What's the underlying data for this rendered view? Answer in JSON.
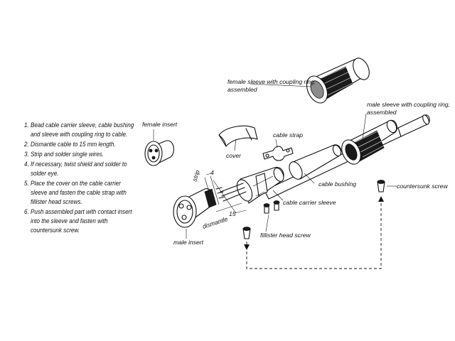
{
  "steps": [
    {
      "num": "1.",
      "lines": [
        "Bead cable carrier sleeve, cable bushing",
        "and sleeve with coupling ring to cable."
      ]
    },
    {
      "num": "2.",
      "lines": [
        "Dismantle cable to 15 mm length."
      ]
    },
    {
      "num": "3.",
      "lines": [
        "Strip and solder single wires."
      ]
    },
    {
      "num": "4.",
      "lines": [
        "If necessary, twist shield and solder to",
        "solder eye."
      ]
    },
    {
      "num": "5.",
      "lines": [
        "Place the cover on the cable carrier",
        "sleeve and fasten the cable strap with",
        "fillister head screws."
      ]
    },
    {
      "num": "6.",
      "lines": [
        "Push assembled part with contact insert",
        "into the sleeve and fasten with",
        "countersunk screw."
      ]
    }
  ],
  "labels": {
    "female_sleeve": [
      "female sleeve with coupling ring,",
      "assembled"
    ],
    "male_sleeve": [
      "male sleeve with coupling ring,",
      "assembled"
    ],
    "female_insert": "female insert",
    "cover": "cover",
    "cable_strap": "cable strap",
    "cable_bushing": "cable bushing",
    "countersunk_screw": "countersunk screw",
    "cable_carrier_sleeve": "cable carrier sleeve",
    "fillister_head_screw": "fillister head screw",
    "male_insert": "male insert",
    "strip": "strip",
    "strip_value": "4",
    "dismantle": "dismantle",
    "dismantle_value": "15"
  }
}
